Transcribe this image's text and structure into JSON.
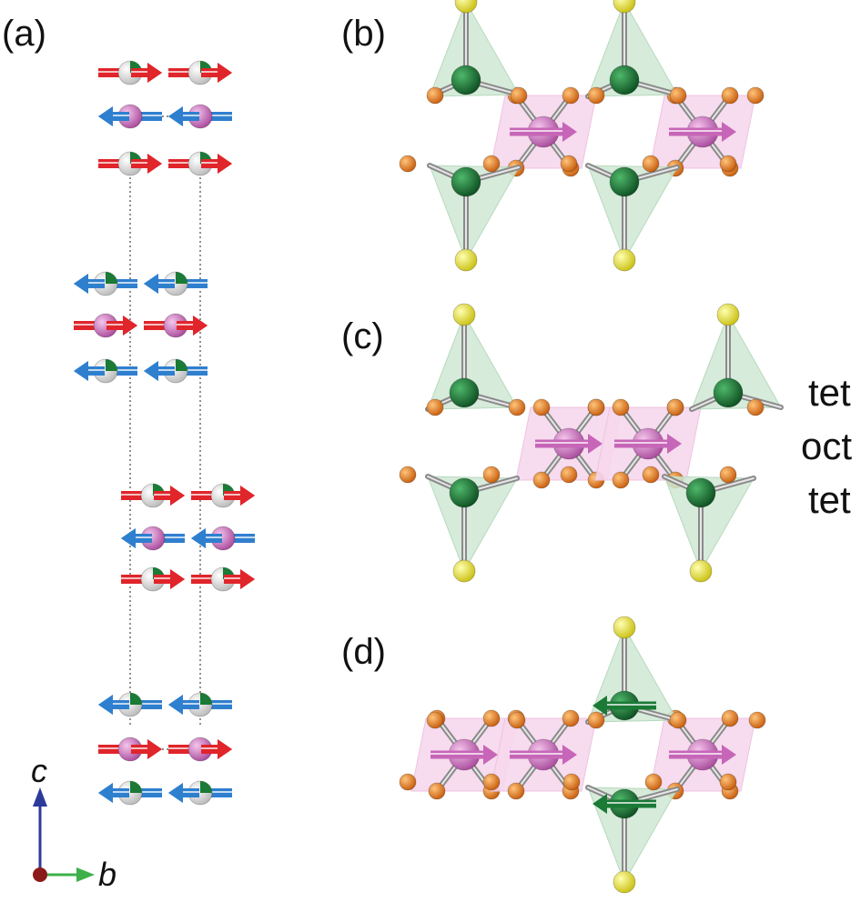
{
  "panels": {
    "a": "(a)",
    "b": "(b)",
    "c": "(c)",
    "d": "(d)"
  },
  "axes": {
    "vertical": "c",
    "horizontal": "b"
  },
  "layer_labels": [
    "tet",
    "oct",
    "tet"
  ],
  "colors": {
    "spin_up": "#e0252b",
    "spin_down": "#2f7fcf",
    "octahedral_site": "#c766b8",
    "tetrahedral_site": "#1a7a36",
    "anion_orange": "#e8771c",
    "anion_yellow": "#f2e92a",
    "tet_polyhedron": "#cfe8d4",
    "oct_polyhedron": "#f6d7ec",
    "axis_c": "#2c3a9a",
    "axis_b": "#3db04a",
    "origin": "#8b1a1a"
  },
  "icons": [
    "spin-arrow-icon",
    "atom-icon",
    "axis-arrow-icon"
  ]
}
